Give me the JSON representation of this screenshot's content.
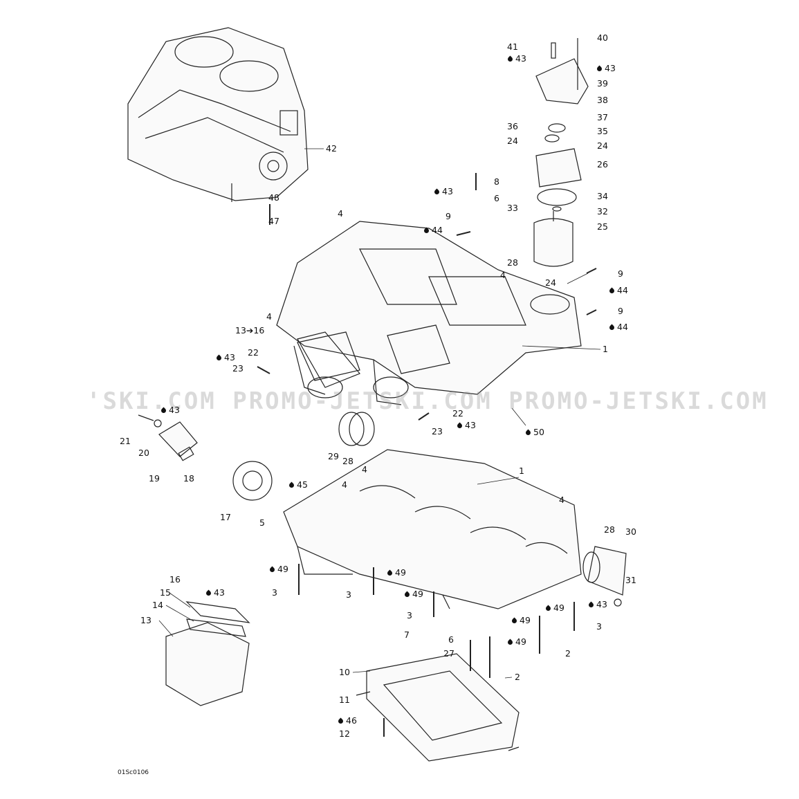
{
  "diagram": {
    "figure_code": "01Sc0106",
    "watermark": "'SKI.COM  PROMO-JETSKI.COM  PROMO-JETSKI.COM",
    "callouts": [
      {
        "text": "41"
      },
      {
        "text": "43",
        "lubricant": true
      },
      {
        "text": "40"
      },
      {
        "text": "43",
        "lubricant": true
      },
      {
        "text": "39"
      },
      {
        "text": "38"
      },
      {
        "text": "37"
      },
      {
        "text": "36"
      },
      {
        "text": "35"
      },
      {
        "text": "24"
      },
      {
        "text": "24"
      },
      {
        "text": "26"
      },
      {
        "text": "8"
      },
      {
        "text": "43",
        "lubricant": true
      },
      {
        "text": "6"
      },
      {
        "text": "34"
      },
      {
        "text": "33"
      },
      {
        "text": "32"
      },
      {
        "text": "4"
      },
      {
        "text": "9"
      },
      {
        "text": "44",
        "lubricant": true
      },
      {
        "text": "25"
      },
      {
        "text": "28"
      },
      {
        "text": "9"
      },
      {
        "text": "4"
      },
      {
        "text": "24"
      },
      {
        "text": "44",
        "lubricant": true
      },
      {
        "text": "9"
      },
      {
        "text": "4"
      },
      {
        "text": "44",
        "lubricant": true
      },
      {
        "text": "13➔16"
      },
      {
        "text": "1"
      },
      {
        "text": "22"
      },
      {
        "text": "43",
        "lubricant": true
      },
      {
        "text": "23"
      },
      {
        "text": "42"
      },
      {
        "text": "48"
      },
      {
        "text": "47"
      },
      {
        "text": "21"
      },
      {
        "text": "43",
        "lubricant": true
      },
      {
        "text": "20"
      },
      {
        "text": "22"
      },
      {
        "text": "23"
      },
      {
        "text": "43",
        "lubricant": true
      },
      {
        "text": "50",
        "lubricant": true
      },
      {
        "text": "29"
      },
      {
        "text": "28"
      },
      {
        "text": "19"
      },
      {
        "text": "18"
      },
      {
        "text": "4"
      },
      {
        "text": "45",
        "lubricant": true
      },
      {
        "text": "1"
      },
      {
        "text": "4"
      },
      {
        "text": "4"
      },
      {
        "text": "17"
      },
      {
        "text": "5"
      },
      {
        "text": "28"
      },
      {
        "text": "30"
      },
      {
        "text": "16"
      },
      {
        "text": "49",
        "lubricant": true
      },
      {
        "text": "49",
        "lubricant": true
      },
      {
        "text": "3"
      },
      {
        "text": "43",
        "lubricant": true
      },
      {
        "text": "15"
      },
      {
        "text": "3"
      },
      {
        "text": "49",
        "lubricant": true
      },
      {
        "text": "31"
      },
      {
        "text": "49",
        "lubricant": true
      },
      {
        "text": "43",
        "lubricant": true
      },
      {
        "text": "14"
      },
      {
        "text": "3"
      },
      {
        "text": "13"
      },
      {
        "text": "49",
        "lubricant": true
      },
      {
        "text": "3"
      },
      {
        "text": "7"
      },
      {
        "text": "6"
      },
      {
        "text": "49",
        "lubricant": true
      },
      {
        "text": "27"
      },
      {
        "text": "2"
      },
      {
        "text": "10"
      },
      {
        "text": "2"
      },
      {
        "text": "11"
      },
      {
        "text": "46",
        "lubricant": true
      },
      {
        "text": "12"
      }
    ]
  }
}
